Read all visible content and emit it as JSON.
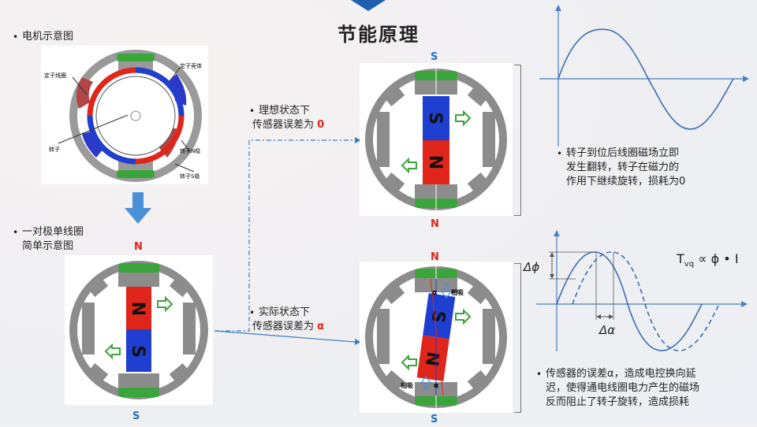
{
  "title": "节能原理",
  "motor_diagram": {
    "bullet": "电机示意图",
    "labels": {
      "stator_coil": "定子线圈",
      "stator_shell": "定子壳体",
      "rotor": "转子",
      "rotor_n": "转子N极",
      "rotor_s": "转子S极"
    }
  },
  "simple_diagram": {
    "bullet_line1": "一对极单线圈",
    "bullet_line2": "简单示意图",
    "label_n": "N",
    "label_s": "S",
    "magnet_top": "N",
    "magnet_bottom": "S"
  },
  "ideal": {
    "label_line1": "理想状态下",
    "label_line2_prefix": "传感器误差为",
    "label_value": "0",
    "pole_top": "S",
    "pole_bottom": "N",
    "magnet_top": "S",
    "magnet_bottom": "N",
    "note_line1": "转子到位后线圈磁场立即",
    "note_line2": "发生翻转，转子在磁力的",
    "note_line3": "作用下继续旋转，损耗为0"
  },
  "actual": {
    "label_line1": "实际状态下",
    "label_line2_prefix": "传感器误差为",
    "label_value": "α",
    "pole_top": "N",
    "pole_bottom": "S",
    "magnet_top": "S",
    "magnet_bottom": "N",
    "alpha_top": "α",
    "attract_top": "相吸",
    "alpha_bottom": "α",
    "attract_bottom": "相吸",
    "note_line1": "传感器的误差α，造成电控换向延",
    "note_line2": "迟，使得通电线圈电力产生的磁场",
    "note_line3": "反而阻止了转子旋转，造成损耗"
  },
  "wave_chart": {
    "delta_phi": "Δϕ",
    "delta_alpha": "Δα",
    "formula_lhs": "T",
    "formula_sub": "vq",
    "formula_rhs": " ∝  ϕ • I"
  },
  "colors": {
    "north": "#e0251b",
    "south": "#1e3fd0",
    "coil": "#3aa53a",
    "stator": "#8c8c8c",
    "link": "#3b7fc4"
  }
}
